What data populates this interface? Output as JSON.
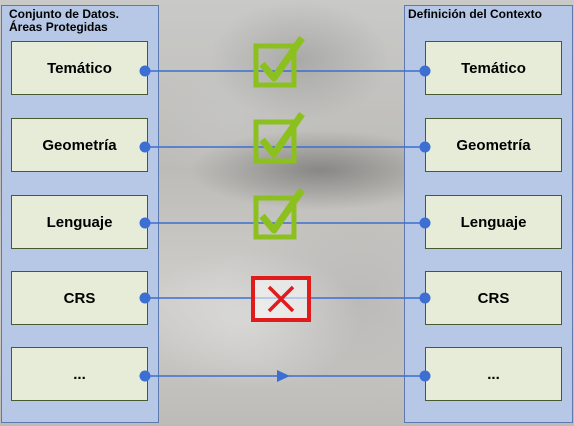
{
  "left_panel": {
    "title_line1": "Conjunto de Datos.",
    "title_line2": "Áreas Protegidas",
    "items": [
      "Temático",
      "Geometría",
      "Lenguaje",
      "CRS",
      "..."
    ]
  },
  "right_panel": {
    "title": "Definición del Contexto",
    "items": [
      "Temático",
      "Geometría",
      "Lenguaje",
      "CRS",
      "..."
    ]
  },
  "matches": [
    "check",
    "check",
    "check",
    "cross",
    "arrow"
  ],
  "colors": {
    "panel": "#b6c8e6",
    "box": "#e6ecd8",
    "connector": "#3c6fd1",
    "check": "#8cc01f",
    "cross": "#e01b1b"
  }
}
